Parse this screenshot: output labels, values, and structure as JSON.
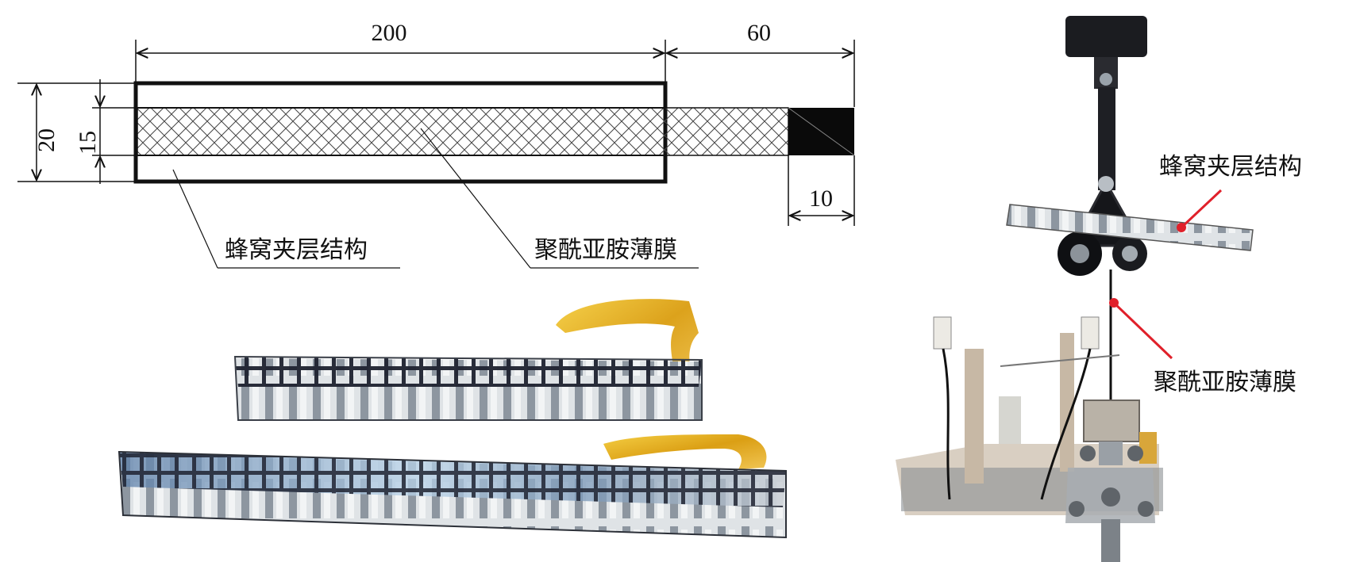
{
  "drawing": {
    "dimensions": {
      "length_main": "200",
      "length_tab": "60",
      "width_outer": "20",
      "width_inner": "15",
      "grip_length": "10"
    },
    "labels": {
      "honeycomb": "蜂窝夹层结构",
      "film": "聚酰亚胺薄膜"
    }
  },
  "photo_test": {
    "labels": {
      "honeycomb": "蜂窝夹层结构",
      "film": "聚酰亚胺薄膜"
    }
  },
  "colors": {
    "line": "#111111",
    "pointer_red": "#e0202a",
    "film_gold": "#e8b512",
    "metal": "#9aa3ab"
  }
}
